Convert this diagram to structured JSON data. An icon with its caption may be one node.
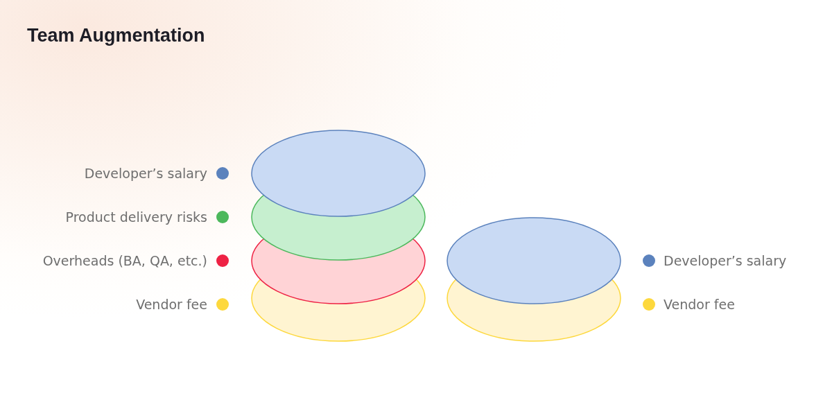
{
  "diagram": {
    "title": "Team Augmentation",
    "legend": [
      {
        "text": "Developer’s salary",
        "color": "#5b82bd"
      },
      {
        "text": "Product delivery risks",
        "color": "#4cb85c"
      },
      {
        "text": "Overheads (BA, QA, etc.)",
        "color": "#ee2244"
      },
      {
        "text": "Vendor fee",
        "color": "#fdd83d"
      },
      {
        "text": "Developer’s salary",
        "color": "#5b82bd"
      },
      {
        "text": "Vendor fee",
        "color": "#fdd83d"
      }
    ]
  }
}
